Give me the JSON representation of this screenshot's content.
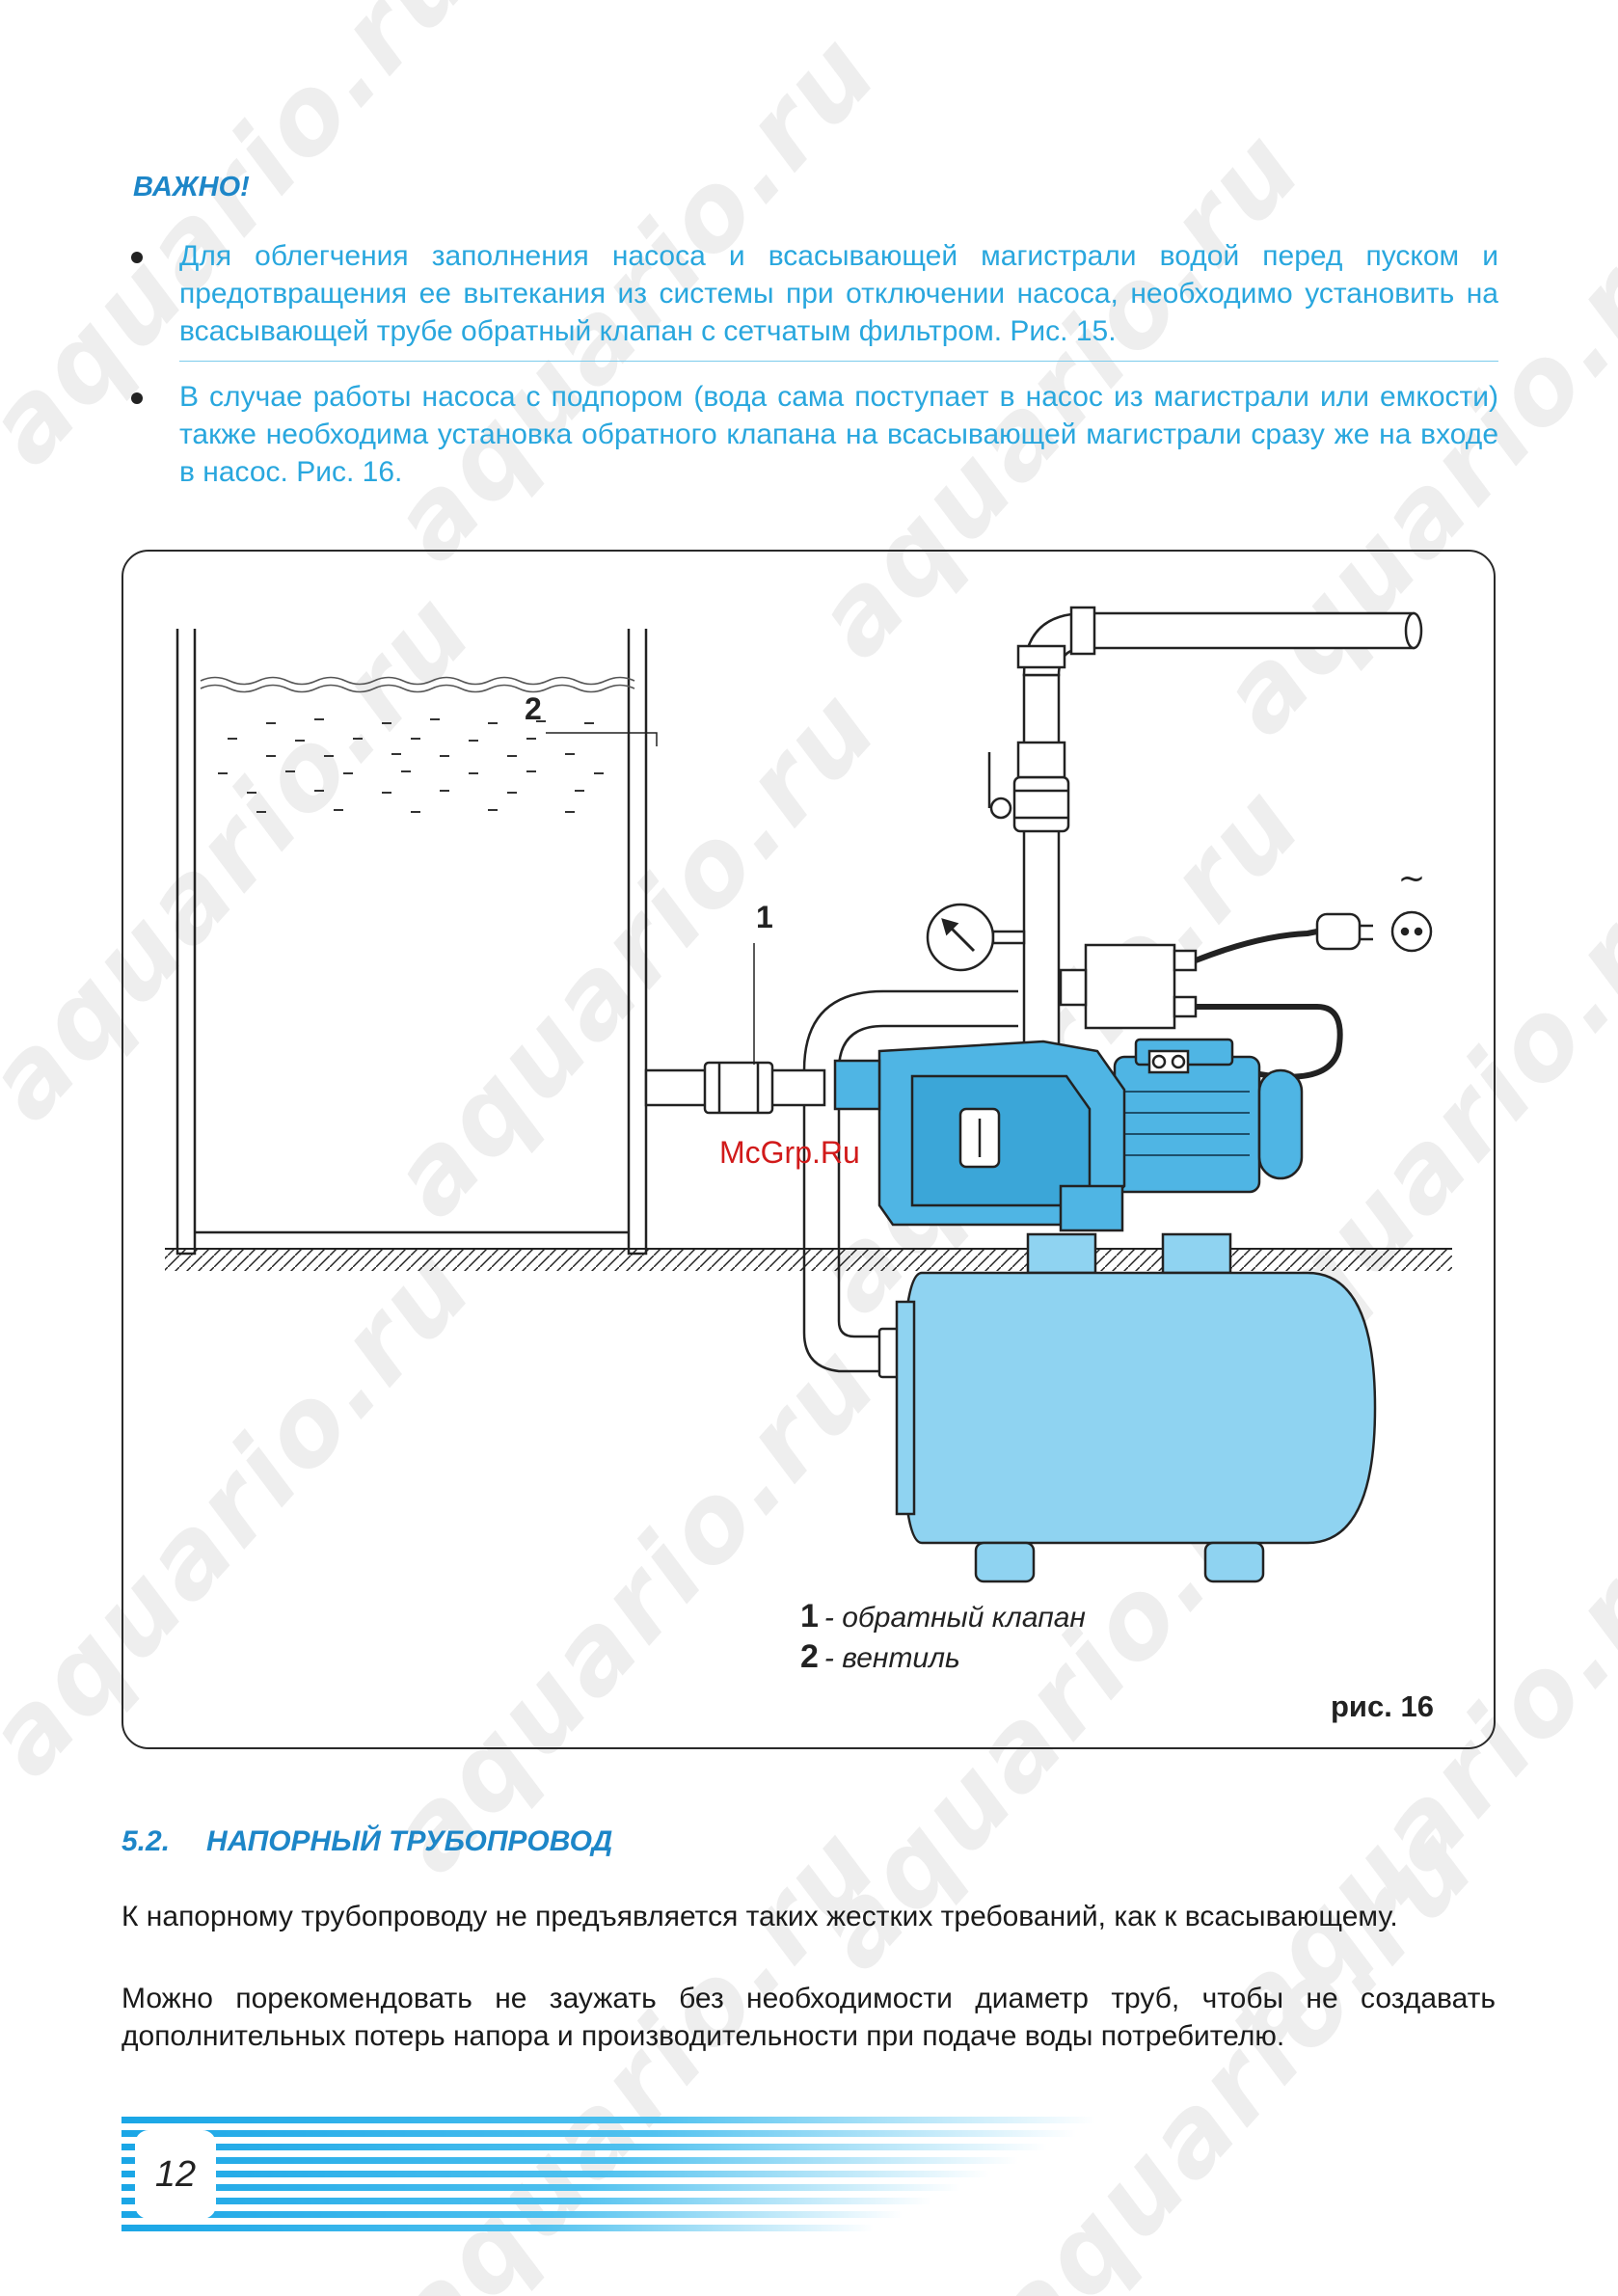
{
  "watermark": {
    "text": "aquario.ru"
  },
  "important": {
    "heading": "ВАЖНО!"
  },
  "bullets": [
    {
      "text": "Для облегчения заполнения насоса и всасывающей магистрали водой перед пуском и предотвращения ее вытекания из системы при отключении насоса, необходимо установить на всасывающей трубе обратный клапан с сетчатым фильтром. Рис. 15."
    },
    {
      "text": "В случае работы насоса с подпором (вода сама поступает в насос из магистрали или емкости) также необходима установка обратного клапана на всасывающей магистрали сразу же на входе в насос. Рис. 16."
    }
  ],
  "figure": {
    "callout_1": "1",
    "callout_2": "2",
    "ac_symbol": "~",
    "overlay_label": "McGrp.Ru",
    "legend": [
      {
        "num": "1",
        "text": "- обратный клапан"
      },
      {
        "num": "2",
        "text": "- вентиль"
      }
    ],
    "caption": "рис. 16",
    "colors": {
      "pump": "#4fb5e4",
      "tank": "#8fd3f1",
      "line": "#222222",
      "overlay": "#d11a1a"
    }
  },
  "section": {
    "number": "5.2.",
    "title": "НАПОРНЫЙ ТРУБОПРОВОД",
    "paragraphs": [
      "К напорному трубопроводу не предъявляется таких жестких требований, как к всасывающему.",
      "Можно порекомендовать не заужать без необходимости диаметр труб, чтобы не создавать дополнительных потерь напора и производительности при подаче воды потребителю."
    ]
  },
  "page": {
    "number": "12"
  }
}
